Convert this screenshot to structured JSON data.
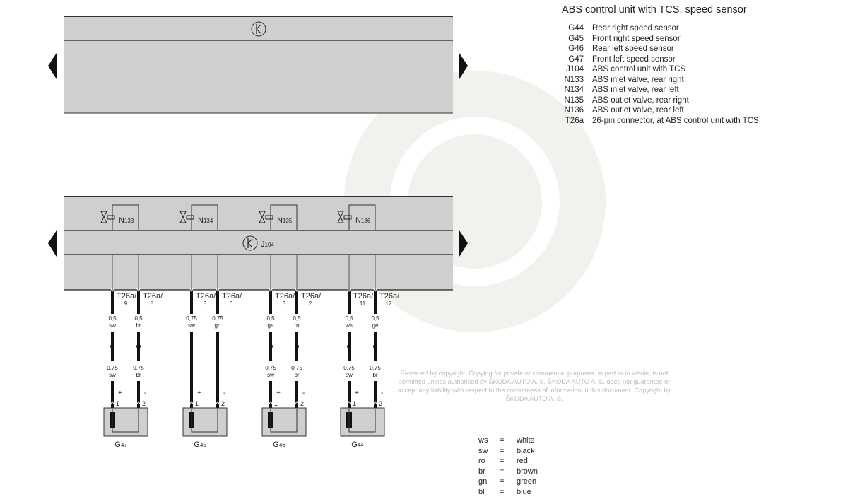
{
  "title": "ABS control unit with TCS, speed sensor",
  "components": [
    {
      "code": "G44",
      "desc": "Rear right speed sensor"
    },
    {
      "code": "G45",
      "desc": "Front right speed sensor"
    },
    {
      "code": "G46",
      "desc": "Rear left speed sensor"
    },
    {
      "code": "G47",
      "desc": "Front left speed sensor"
    },
    {
      "code": "J104",
      "desc": "ABS control unit with TCS"
    },
    {
      "code": "N133",
      "desc": "ABS inlet valve, rear right"
    },
    {
      "code": "N134",
      "desc": "ABS inlet valve, rear left"
    },
    {
      "code": "N135",
      "desc": "ABS outlet valve, rear right"
    },
    {
      "code": "N136",
      "desc": "ABS outlet valve, rear left"
    },
    {
      "code": "T26a",
      "desc": "26-pin connector, at ABS control unit with TCS"
    }
  ],
  "control_unit": {
    "symbol": "K",
    "label_prefix": "J",
    "label_sub": "104"
  },
  "valves": [
    {
      "prefix": "N",
      "sub": "133"
    },
    {
      "prefix": "N",
      "sub": "134"
    },
    {
      "prefix": "N",
      "sub": "135"
    },
    {
      "prefix": "N",
      "sub": "136"
    }
  ],
  "sensors": [
    {
      "prefix": "G",
      "sub": "47",
      "continuous": false,
      "wires": [
        {
          "connector": "T26a/",
          "pin": "9",
          "size_top": "0,5",
          "color_top": "sw",
          "size_bot": "0,75",
          "color_bot": "sw",
          "polarity": "+",
          "terminal": "1"
        },
        {
          "connector": "T26a/",
          "pin": "8",
          "size_top": "0,5",
          "color_top": "br",
          "size_bot": "0,75",
          "color_bot": "br",
          "polarity": "-",
          "terminal": "2"
        }
      ]
    },
    {
      "prefix": "G",
      "sub": "45",
      "continuous": true,
      "wires": [
        {
          "connector": "T26a/",
          "pin": "5",
          "size_top": "0,75",
          "color_top": "sw",
          "size_bot": "",
          "color_bot": "",
          "polarity": "+",
          "terminal": "1"
        },
        {
          "connector": "T26a/",
          "pin": "6",
          "size_top": "0,75",
          "color_top": "gn",
          "size_bot": "",
          "color_bot": "",
          "polarity": "-",
          "terminal": "2"
        }
      ]
    },
    {
      "prefix": "G",
      "sub": "46",
      "continuous": false,
      "wires": [
        {
          "connector": "T26a/",
          "pin": "3",
          "size_top": "0,5",
          "color_top": "ge",
          "size_bot": "0,75",
          "color_bot": "sw",
          "polarity": "+",
          "terminal": "1"
        },
        {
          "connector": "T26a/",
          "pin": "2",
          "size_top": "0,5",
          "color_top": "ro",
          "size_bot": "0,75",
          "color_bot": "br",
          "polarity": "-",
          "terminal": "2"
        }
      ]
    },
    {
      "prefix": "G",
      "sub": "44",
      "continuous": false,
      "wires": [
        {
          "connector": "T26a/",
          "pin": "11",
          "size_top": "0,5",
          "color_top": "ws",
          "size_bot": "0,75",
          "color_bot": "sw",
          "polarity": "+",
          "terminal": "1"
        },
        {
          "connector": "T26a/",
          "pin": "12",
          "size_top": "0,5",
          "color_top": "ge",
          "size_bot": "0,75",
          "color_bot": "br",
          "polarity": "-",
          "terminal": "2"
        }
      ]
    }
  ],
  "color_legend": [
    {
      "code": "ws",
      "eq": "=",
      "name": "white"
    },
    {
      "code": "sw",
      "eq": "=",
      "name": "black"
    },
    {
      "code": "ro",
      "eq": "=",
      "name": "red"
    },
    {
      "code": "br",
      "eq": "=",
      "name": "brown"
    },
    {
      "code": "gn",
      "eq": "=",
      "name": "green"
    },
    {
      "code": "bl",
      "eq": "=",
      "name": "blue"
    }
  ],
  "copyright": "Protected by copyright. Copying for private or commercial purposes, in part or in whole, is not permitted unless authorised by ŠKODA AUTO A. S. ŠKODA AUTO A. S. does not guarantee or accept any liability with respect to the correctness of information in this document. Copyright by ŠKODA AUTO A. S.",
  "watermark": "ŠKODA AUTO",
  "colors": {
    "panel": "#d0cece",
    "line": "#1a1a1a",
    "watermark": "#f1f0ec"
  }
}
